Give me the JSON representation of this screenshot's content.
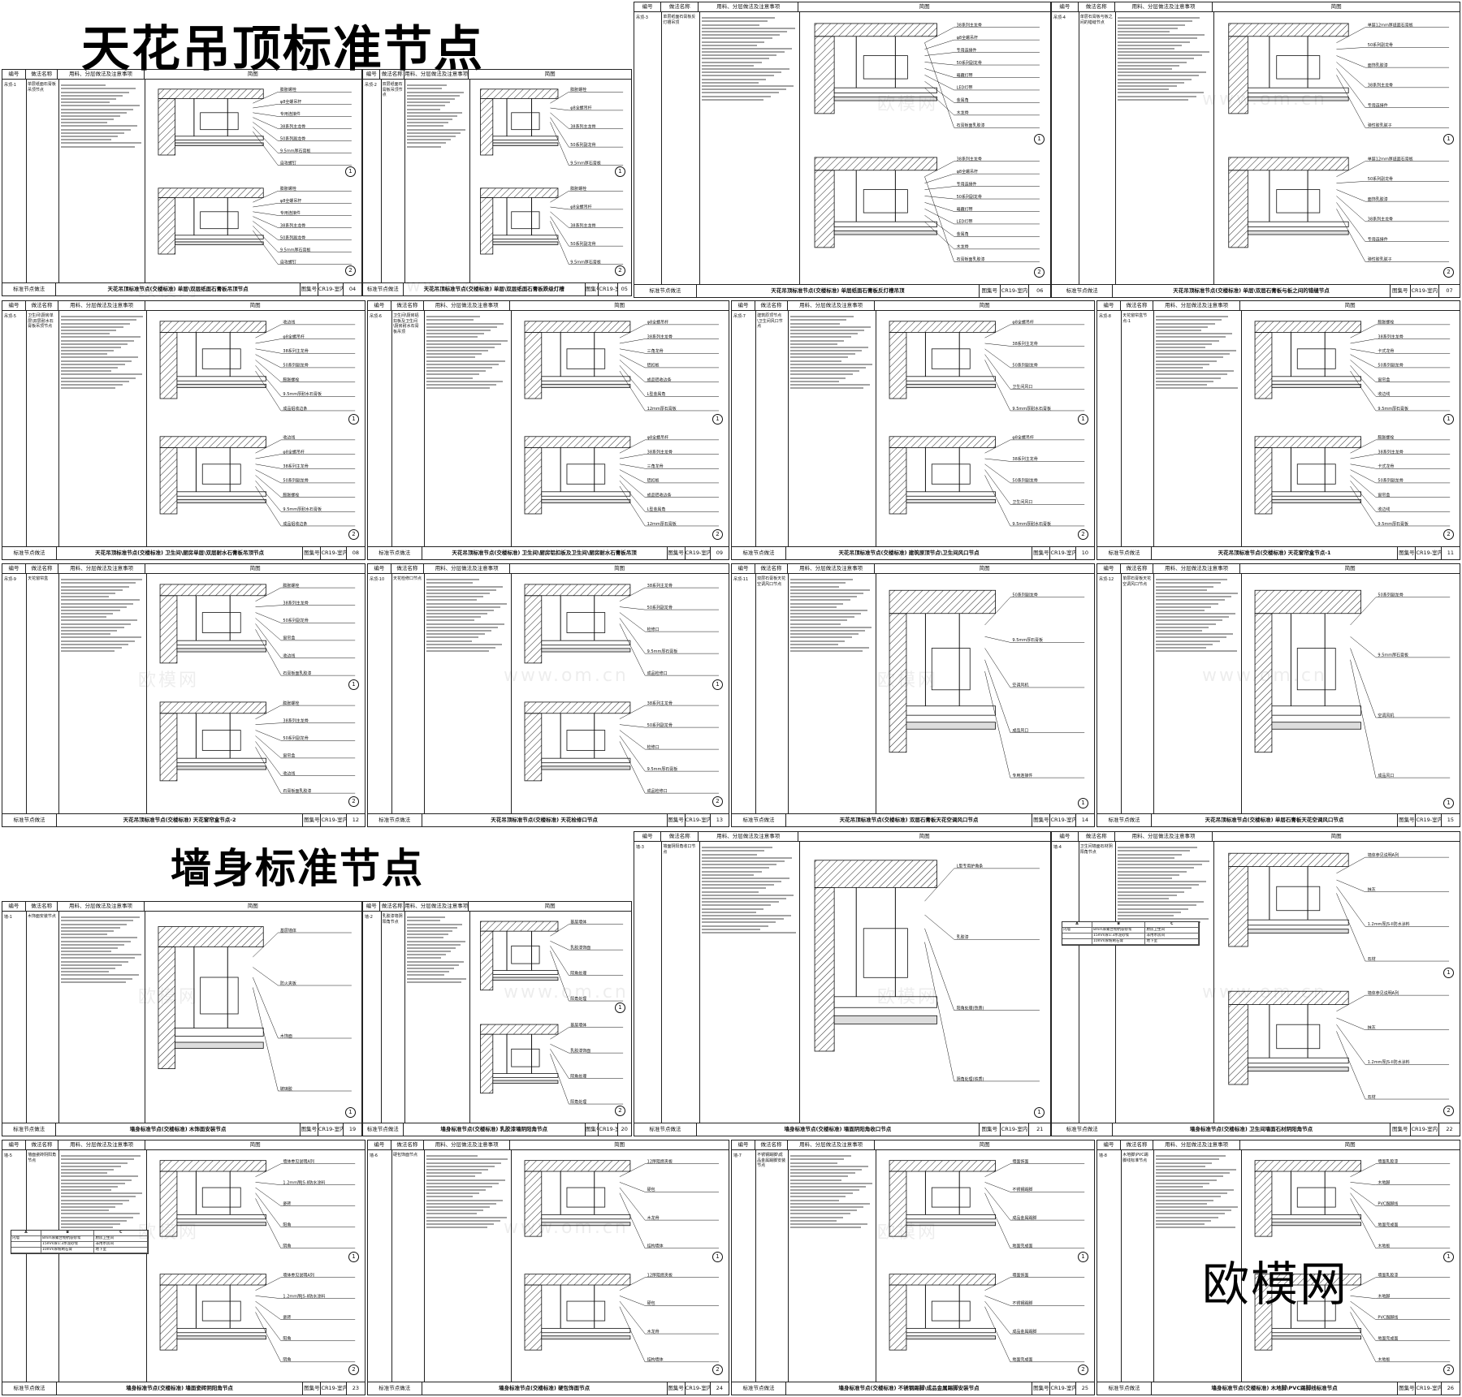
{
  "section_titles": [
    "天花吊顶标准节点",
    "墙身标准节点"
  ],
  "brand": "欧模网",
  "watermarks": [
    "欧模网",
    "www.om.cn"
  ],
  "table_headers": [
    "编号",
    "做法名称",
    "用料、分层做法及注意事项",
    "简图"
  ],
  "footer_labels": {
    "standard": "标准节点做法",
    "sheet_no_label": "图集号",
    "page_label": "页",
    "sheet_code": "CR19-室内"
  },
  "panels": [
    {
      "id": "p04",
      "code": "吊顶-1",
      "name": "单层纸面石膏板吊顶节点",
      "footer": "天花吊顶标准节点(交楼标准)  单层\\双层纸面石膏板吊顶节点",
      "page": "04",
      "annotations": [
        "膨胀螺栓",
        "φ8全螺吊杆",
        "专用连接件",
        "38系列主龙骨",
        "50系列副龙骨",
        "9.5mm厚石膏板",
        "自攻螺钉"
      ]
    },
    {
      "id": "p05",
      "code": "吊顶-2",
      "name": "双层纸面石膏板吊顶节点",
      "footer": "天花吊顶标准节点(交楼标准)  单层\\双层纸面石膏板跌级灯槽",
      "page": "05",
      "annotations": [
        "膨胀螺栓",
        "φ8全螺吊杆",
        "38系列主龙骨",
        "50系列副龙骨",
        "9.5mm厚石膏板"
      ]
    },
    {
      "id": "p06",
      "code": "吊顶-3",
      "name": "单层纸面石膏板反灯槽吊顶",
      "footer": "天花吊顶标准节点(交楼标准)  单层纸面石膏板反灯槽吊顶",
      "page": "06",
      "annotations": [
        "38系列主龙骨",
        "φ8全螺吊杆",
        "专用连接件",
        "50系列副龙骨",
        "暗藏灯带",
        "LED灯带",
        "金属角",
        "木龙骨",
        "石膏板面乳胶漆"
      ]
    },
    {
      "id": "p07",
      "code": "吊顶-4",
      "name": "单层石膏板与板之间的错缝节点",
      "footer": "天花吊顶标准节点(交楼标准)  单层\\双层石膏板与板之间的错缝节点",
      "page": "07",
      "annotations": [
        "单层12mm厚纸面石膏板",
        "50系列副龙骨",
        "面饰乳胶漆",
        "38系列主龙骨",
        "专用连接件",
        "弹性胶乳腻子"
      ]
    },
    {
      "id": "p08",
      "code": "吊顶-5",
      "name": "卫生间\\厨房单层\\双层耐水石膏板吊顶节点",
      "footer": "天花吊顶标准节点(交楼标准)  卫生间\\厨房单层\\双层耐水石膏板吊顶节点",
      "page": "08",
      "annotations": [
        "收边线",
        "φ8全螺吊杆",
        "38系列主龙骨",
        "50系列副龙骨",
        "膨胀螺栓",
        "9.5mm厚耐水石膏板",
        "成品铝收边条"
      ]
    },
    {
      "id": "p09",
      "code": "吊顶-6",
      "name": "卫生间\\厨房铝扣板及卫生间\\厨房耐水石膏板吊顶",
      "footer": "天花吊顶标准节点(交楼标准)  卫生间\\厨房铝扣板及卫生间\\厨房耐水石膏板吊顶",
      "page": "09",
      "annotations": [
        "φ8全螺吊杆",
        "38系列主龙骨",
        "三角龙骨",
        "铝扣板",
        "成品铝收边条",
        "L型金属角",
        "12mm厚石膏板"
      ]
    },
    {
      "id": "p10",
      "code": "吊顶-7",
      "name": "建筑原顶节点\\卫生间风口节点",
      "footer": "天花吊顶标准节点(交楼标准)  建筑原顶节点\\卫生间风口节点",
      "page": "10",
      "annotations": [
        "φ8全螺吊杆",
        "38系列主龙骨",
        "50系列副龙骨",
        "卫生间风口",
        "9.5mm厚耐水石膏板"
      ]
    },
    {
      "id": "p11",
      "code": "吊顶-8",
      "name": "天花窗帘盒节点-1",
      "footer": "天花吊顶标准节点(交楼标准)  天花窗帘盒节点-1",
      "page": "11",
      "annotations": [
        "膨胀螺栓",
        "38系列主龙骨",
        "卡式龙骨",
        "50系列副龙骨",
        "窗帘盒",
        "收边线",
        "9.5mm厚石膏板"
      ]
    },
    {
      "id": "p12",
      "code": "吊顶-9",
      "name": "天花窗帘盒",
      "footer": "天花吊顶标准节点(交楼标准)  天花窗帘盒节点-2",
      "page": "12",
      "annotations": [
        "膨胀螺栓",
        "38系列主龙骨",
        "50系列副龙骨",
        "窗帘盒",
        "收边线",
        "石膏板面乳胶漆"
      ]
    },
    {
      "id": "p13",
      "code": "吊顶-10",
      "name": "天花检修口节点",
      "footer": "天花吊顶标准节点(交楼标准)  天花检修口节点",
      "page": "13",
      "annotations": [
        "38系列主龙骨",
        "50系列副龙骨",
        "检修口",
        "9.5mm厚石膏板",
        "成品检修口"
      ]
    },
    {
      "id": "p14",
      "code": "吊顶-11",
      "name": "双层石膏板天花空调风口节点",
      "footer": "天花吊顶标准节点(交楼标准)  双层石膏板天花空调风口节点",
      "page": "14",
      "annotations": [
        "50系列副龙骨",
        "9.5mm厚石膏板",
        "空调风机",
        "成品风口",
        "专用连接件"
      ]
    },
    {
      "id": "p15",
      "code": "吊顶-12",
      "name": "单层石膏板天花空调风口节点",
      "footer": "天花吊顶标准节点(交楼标准)  单层石膏板天花空调风口节点",
      "page": "15",
      "annotations": [
        "50系列副龙骨",
        "9.5mm厚石膏板",
        "空调风机",
        "成品风口"
      ]
    },
    {
      "id": "p19",
      "code": "墙-1",
      "name": "木饰面安装节点",
      "footer": "墙身标准节点(交楼标准)  木饰面安装节点",
      "page": "19",
      "annotations": [
        "基层墙体",
        "防火夹板",
        "木饰面",
        "玻璃胶"
      ]
    },
    {
      "id": "p20",
      "code": "墙-2",
      "name": "乳胶漆墙阴阳角节点",
      "footer": "墙身标准节点(交楼标准)  乳胶漆墙阴阳角节点",
      "page": "20",
      "annotations": [
        "基层墙体",
        "乳胶漆饰面",
        "阴角处理",
        "阳角处理"
      ]
    },
    {
      "id": "p21",
      "code": "墙-3",
      "name": "墙面阴阳角收口节点",
      "footer": "墙身标准节点(交楼标准)  墙面阴阳角收口节点",
      "page": "21",
      "annotations": [
        "L型专用护角条",
        "乳胶漆",
        "阳角处理(铁质)",
        "阴角处理(铁质)"
      ]
    },
    {
      "id": "p22",
      "code": "墙-4",
      "name": "卫生间墙面石材阴阳角节点",
      "footer": "墙身标准节点(交楼标准)  卫生间墙面石材阴阳角节点",
      "page": "22",
      "annotations": [
        "墙体参见说明A列",
        "抹灰",
        "1.2mm厚JS-II防水涂料",
        "石材"
      ]
    },
    {
      "id": "p23",
      "code": "墙-5",
      "name": "墙面瓷砖阴阳角节点",
      "footer": "墙身标准节点(交楼标准)  墙面瓷砖阴阳角节点",
      "page": "23",
      "annotations": [
        "墙体参见说明A列",
        "1.2mm厚JS-II防水涂料",
        "瓷砖",
        "阳角",
        "阴角"
      ]
    },
    {
      "id": "p24",
      "code": "墙-6",
      "name": "硬包饰面节点",
      "footer": "墙身标准节点(交楼标准)  硬包饰面节点",
      "page": "24",
      "annotations": [
        "12厚阻燃夹板",
        "硬包",
        "木龙骨",
        "结构墙体"
      ]
    },
    {
      "id": "p25",
      "code": "墙-7",
      "name": "不锈钢踢脚\\成品金属踢脚安装节点",
      "footer": "墙身标准节点(交楼标准)  不锈钢踢脚\\成品金属踢脚安装节点",
      "page": "25",
      "annotations": [
        "墙面饰面",
        "不锈钢踢脚",
        "成品金属踢脚",
        "地面完成面"
      ]
    },
    {
      "id": "p26",
      "code": "墙-8",
      "name": "木地脚\\PVC踢脚线标准节点",
      "footer": "墙身标准节点(交楼标准)  木地脚\\PVC踢脚线标准节点",
      "page": "26",
      "annotations": [
        "墙面乳胶漆",
        "木地脚",
        "PVC踢脚线",
        "地面完成面",
        "木地板"
      ]
    }
  ],
  "table_22": {
    "cols": [
      "A",
      "B",
      "C"
    ],
    "rows": [
      [
        "内墙",
        "8mm厚聚合物抗裂砂浆",
        "厨房卫生间"
      ],
      [
        "",
        "15mm厚1:3水泥砂浆",
        "非用水房间"
      ],
      [
        "",
        "10mm厚粉刷石膏",
        "地下室"
      ]
    ]
  },
  "table_23": {
    "cols": [
      "A",
      "B",
      "C"
    ],
    "rows": [
      [
        "内墙",
        "8mm厚聚合物抗裂砂浆",
        "厨房卫生间"
      ],
      [
        "",
        "15mm厚1:3水泥砂浆",
        "非用水房间"
      ],
      [
        "",
        "10mm厚粉刷石膏",
        "地下室"
      ]
    ]
  }
}
